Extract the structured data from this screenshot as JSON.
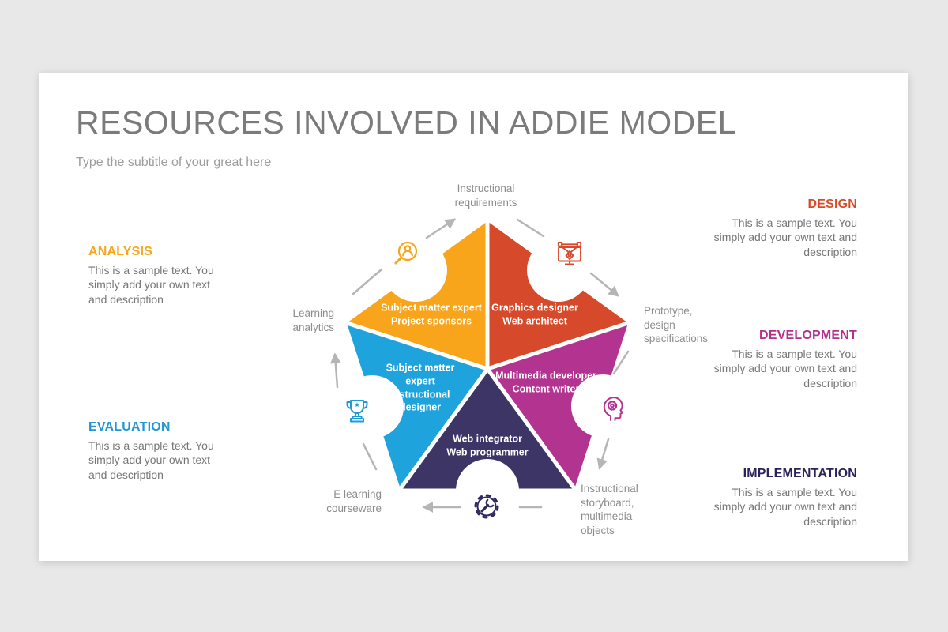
{
  "header": {
    "title": "RESOURCES INVOLVED IN ADDIE MODEL",
    "subtitle": "Type the subtitle of your great here"
  },
  "colors": {
    "background": "#e8e8e8",
    "card": "#ffffff",
    "title_gray": "#7b7b7b",
    "body_gray": "#767676",
    "outer_label_gray": "#8c8c8c",
    "arrow_gray": "#b5b5b5",
    "analysis": "#f9a51c",
    "design": "#d6492a",
    "development": "#b23390",
    "implementation": "#3e3567",
    "evaluation": "#1fa3dc"
  },
  "stages": {
    "analysis": {
      "label": "ANALYSIS",
      "description": "This is a sample text. You simply add your own text and description"
    },
    "design": {
      "label": "DESIGN",
      "description": "This is a sample text. You simply add your own text and description"
    },
    "development": {
      "label": "DEVELOPMENT",
      "description": "This is a sample text. You simply add your own text and description"
    },
    "implementation": {
      "label": "IMPLEMENTATION",
      "description": "This is a sample text. You simply add your own text and description"
    },
    "evaluation": {
      "label": "EVALUATION",
      "description": "This is a sample text. You simply add your own text and description"
    }
  },
  "pentagon": {
    "segments": [
      {
        "id": "analysis",
        "line1": "Subject matter expert",
        "line2": "Project sponsors",
        "icon": "person-search-icon",
        "color": "#f9a51c"
      },
      {
        "id": "design",
        "line1": "Graphics designer",
        "line2": "Web architect",
        "icon": "design-pen-monitor-icon",
        "color": "#d6492a"
      },
      {
        "id": "development",
        "line1": "Multimedia developer",
        "line2": "Content writer",
        "icon": "head-gear-icon",
        "color": "#b23390"
      },
      {
        "id": "implementation",
        "line1": "Web integrator",
        "line2": "Web programmer",
        "icon": "gear-wrench-icon",
        "color": "#3e3567"
      },
      {
        "id": "evaluation",
        "line1": "Subject matter expert",
        "line2": "Instructional designer",
        "icon": "trophy-icon",
        "color": "#1fa3dc"
      }
    ],
    "outer_labels": {
      "top": "Instructional requirements",
      "upper_right": "Prototype, design specifications",
      "lower_right": "Instructional storyboard, multimedia objects",
      "lower_left": "E learning courseware",
      "upper_left": "Learning analytics"
    }
  }
}
